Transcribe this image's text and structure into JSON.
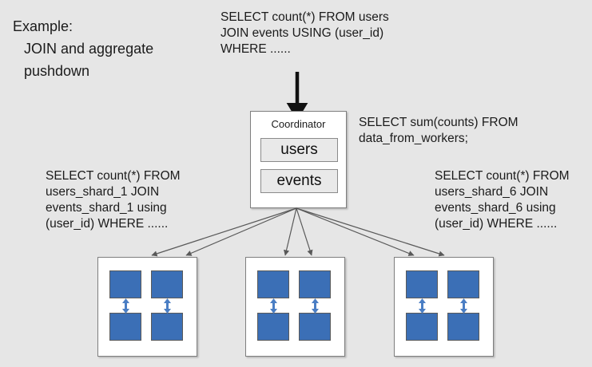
{
  "diagram": {
    "background_color": "#e6e6e6",
    "caption": {
      "title": "Example:",
      "line2": "JOIN and aggregate",
      "line3": "pushdown"
    },
    "top_query": "SELECT count(*) FROM users\nJOIN events USING (user_id)\nWHERE ......",
    "result_query": "SELECT sum(counts) FROM\ndata_from_workers;",
    "coordinator": {
      "label": "Coordinator",
      "tables": [
        {
          "name": "users"
        },
        {
          "name": "events"
        }
      ]
    },
    "worker_queries": {
      "left": "SELECT count(*) FROM\nusers_shard_1 JOIN\nevents_shard_1 using\n(user_id) WHERE ......",
      "right": "SELECT count(*) FROM\nusers_shard_6 JOIN\nevents_shard_6 using\n(user_id) WHERE ......"
    },
    "workers": [
      {
        "id": "worker-1",
        "shard_count": 4
      },
      {
        "id": "worker-2",
        "shard_count": 4
      },
      {
        "id": "worker-3",
        "shard_count": 4
      }
    ],
    "colors": {
      "shard_blue": "#3b6fb6",
      "node_fill": "#ffffff",
      "node_border": "#7f7f7f",
      "table_fill": "#e9e9e9",
      "arrow_gray": "#595959",
      "arrow_black": "#111111",
      "text": "#1b1b1b"
    },
    "icons": {
      "top_arrow": "down-arrow-icon",
      "fan_arrow": "dispatch-arrow-icon",
      "replication_arrow": "double-arrow-icon"
    }
  }
}
